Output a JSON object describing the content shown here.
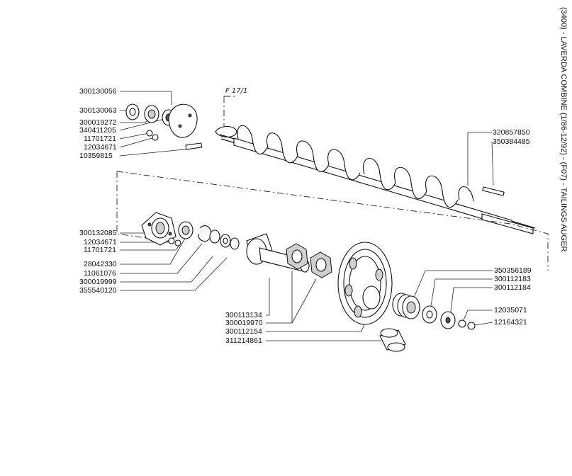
{
  "side_title": "(3400) - LAVERDA COMBINE (1/86-12/92) - (F07) - TAILINGS AUGER",
  "figure_ref": "F 17/1",
  "parts": {
    "top_left": [
      "300130056",
      "300130063",
      "300019272",
      "340411205",
      "11701721",
      "12034671",
      "10359815"
    ],
    "top_right": [
      "320857850",
      "350384485"
    ],
    "middle_left": [
      "300132085",
      "12034671",
      "11701721",
      "28042330",
      "11061076",
      "300019999",
      "355540120"
    ],
    "bottom_center": [
      "300113134",
      "300019970",
      "300112154",
      "311214861"
    ],
    "bottom_right": [
      "350356189",
      "300112183",
      "300112184",
      "12035071",
      "12164321"
    ]
  }
}
